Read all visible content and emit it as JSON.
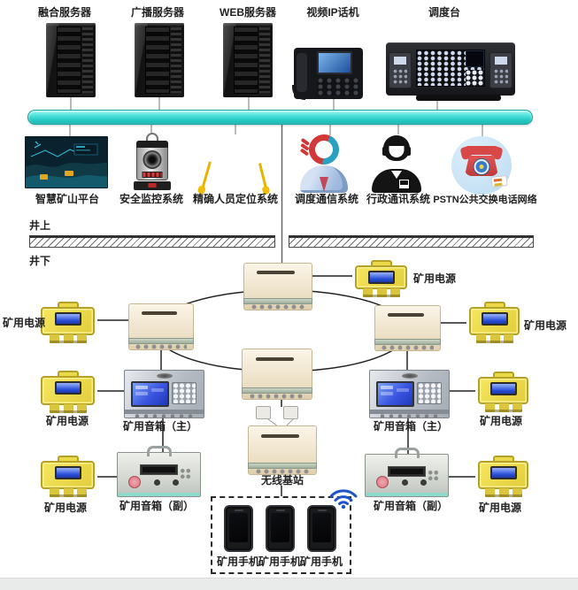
{
  "surface": {
    "devices": [
      "融合服务器",
      "广播服务器",
      "WEB服务器",
      "视频IP话机",
      "调度台"
    ],
    "systems": [
      "智慧矿山平台",
      "安全监控系统",
      "精确人员定位系统",
      "调度通信系统",
      "行政通讯系统",
      "PSTN公共交换电话网络"
    ]
  },
  "zones": {
    "above": "井上",
    "below": "井下"
  },
  "underground": {
    "power": "矿用电源",
    "speaker_main": "矿用音箱（主）",
    "speaker_sub": "矿用音箱（副）",
    "wireless_base": "无线基站",
    "phone": "矿用手机"
  },
  "icons": {
    "servers": "tower-server",
    "video_ip_phone": "desk-ip-phone",
    "dispatch_console": "console-with-two-handsets",
    "smart_mine_platform": "3d-mine-dashboard",
    "safety_monitor": "gas-sensor-with-hook",
    "personnel_positioning": "three-miners-with-helmets-and-shovels",
    "dispatch_comm": "operator-with-headset-3d",
    "admin_comm": "operator-silhouette",
    "pstn": "red-rotary-telephone-in-circle",
    "wifi": "wifi-signal-arcs"
  },
  "colors": {
    "bus_bar": "#27CAC4",
    "power_box": "#EDDD4E",
    "station_body": "#EFE5CC",
    "wifi_icon": "#1E56C8",
    "screen_blue": "#3A55E0",
    "hatch_stroke": "#6D6D6D"
  }
}
